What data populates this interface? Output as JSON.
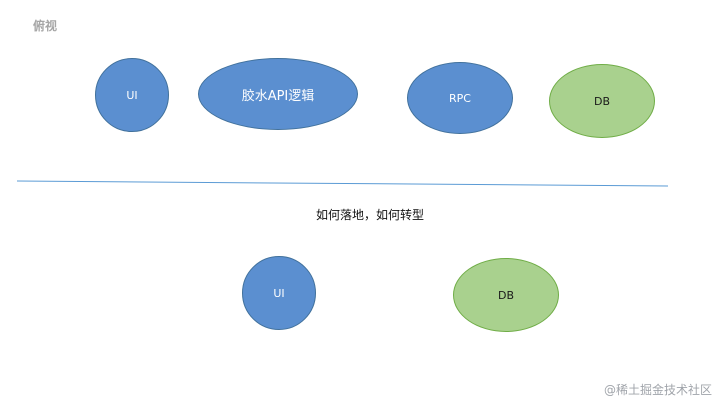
{
  "slide": {
    "title": "俯视",
    "caption": "如何落地，如何转型",
    "watermark": "@稀土掘金技术社区"
  },
  "top_row": {
    "ui": "UI",
    "glue": "胶水API逻辑",
    "rpc": "RPC",
    "db": "DB"
  },
  "bottom_row": {
    "ui": "UI",
    "db": "DB"
  },
  "colors": {
    "blue_fill": "#5b8fd0",
    "blue_stroke": "#41719c",
    "green_fill": "#a9d18e",
    "green_stroke": "#70ad47",
    "divider": "#5b9bd5"
  }
}
